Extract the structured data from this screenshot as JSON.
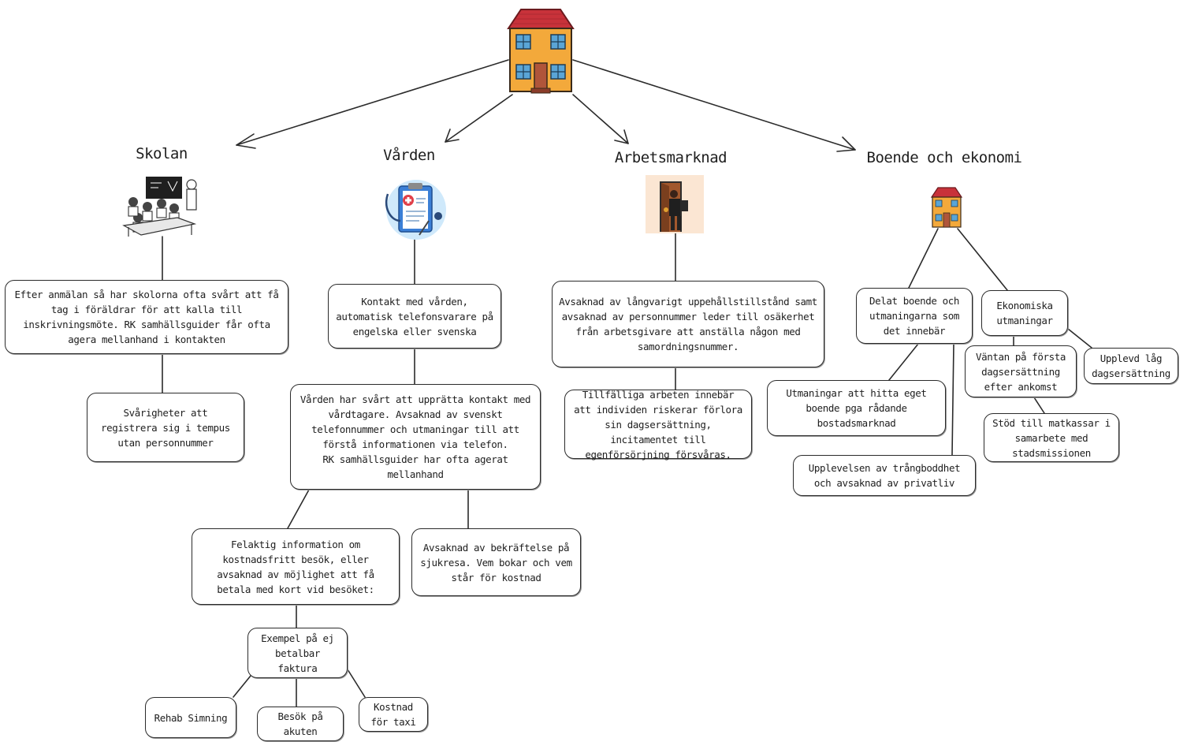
{
  "colors": {
    "line": "#2b2b2b",
    "house_roof": "#c8323a",
    "house_wall": "#f3a93b",
    "window": "#5aa5d6",
    "door": "#b0553a",
    "box_border": "#2b2b2b",
    "background": "#ffffff"
  },
  "root": {
    "icon": "house-icon"
  },
  "categories": {
    "skolan": {
      "heading": "Skolan",
      "icon": "classroom-icon",
      "nodes": {
        "n1": "Efter anmälan så har skolorna ofta svårt att få tag i föräldrar för att kalla till inskrivningsmöte. RK samhällsguider får ofta agera mellanhand i kontakten",
        "n2": "Svårigheter att registrera sig i tempus utan personnummer"
      }
    },
    "varden": {
      "heading": "Vården",
      "icon": "medical-clipboard-icon",
      "nodes": {
        "n1": "Kontakt med vården, automatisk telefonsvarare på engelska eller svenska",
        "n2": "Vården har svårt att upprätta kontakt med vårdtagare. Avsaknad av svenskt telefonnummer och utmaningar till att förstå informationen via telefon.\nRK samhällsguider har ofta agerat mellanhand",
        "n3": "Felaktig information om kostnadsfritt besök, eller avsaknad av möjlighet att få betala med kort vid besöket:",
        "n4": "Avsaknad av bekräftelse på sjukresa. Vem bokar och vem står för kostnad",
        "n5": "Exempel på ej betalbar faktura",
        "n6": "Rehab Simning",
        "n7": "Besök på akuten",
        "n8": "Kostnad för taxi"
      }
    },
    "arbetsmarknad": {
      "heading": "Arbetsmarknad",
      "icon": "office-door-icon",
      "nodes": {
        "n1": "Avsaknad av långvarigt uppehållstillstånd samt avsaknad av personnummer leder till osäkerhet från arbetsgivare att anställa någon med samordningsnummer.",
        "n2": "Tillfälliga arbeten innebär att individen riskerar förlora sin dagsersättning, incitamentet till egenförsörjning försvåras."
      }
    },
    "boende": {
      "heading": "Boende och ekonomi",
      "icon": "small-house-icon",
      "nodes": {
        "n1": "Delat boende och utmaningarna som det innebär",
        "n2": "Ekonomiska utmaningar",
        "n3": "Utmaningar att hitta eget boende pga rådande bostadsmarknad",
        "n4": "Upplevelsen av trångboddhet och avsaknad av privatliv",
        "n5": "Väntan på första dagsersättning efter ankomst",
        "n6": "Upplevd låg dagsersättning",
        "n7": "Stöd till matkassar i samarbete med stadsmissionen"
      }
    }
  }
}
